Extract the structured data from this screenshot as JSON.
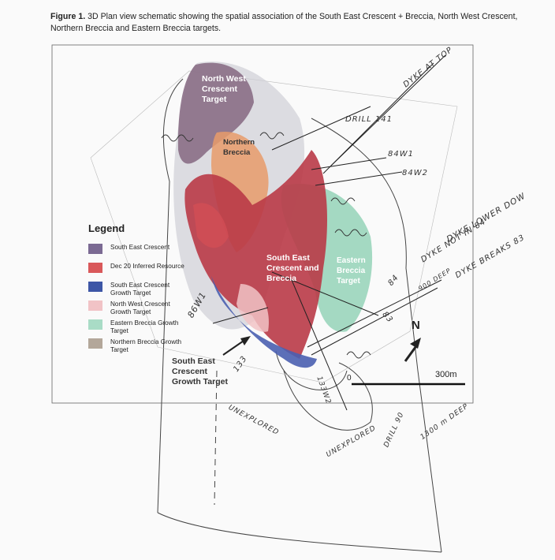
{
  "caption": {
    "label": "Figure 1.",
    "text": "3D Plan view schematic showing the spatial association of the South East Crescent + Breccia, North West Crescent, Northern Breccia and Eastern Breccia targets."
  },
  "labels": {
    "north_west": "North West Crescent Target",
    "northern_breccia": "Northern Breccia",
    "south_east": "South East Crescent and Breccia",
    "eastern_breccia": "Eastern Breccia Target",
    "south_east_growth": "South East Crescent Growth Target"
  },
  "legend": {
    "title": "Legend",
    "items": [
      {
        "label": "South East Crescent",
        "color": "#7b6a93"
      },
      {
        "label": "Dec 20 Inferred Resource",
        "color": "#d9585a"
      },
      {
        "label": "South East Crescent Growth Target",
        "color": "#3d56a6"
      },
      {
        "label": "North West Crescent Growth Target",
        "color": "#f1c3c6"
      },
      {
        "label": "Eastern Breccia Growth Target",
        "color": "#a9dcc6"
      },
      {
        "label": "Northern Breccia Growth Target",
        "color": "#b3a79a"
      }
    ]
  },
  "annotations": {
    "dyke_at_top": "DYKE AT TOP",
    "drill_141": "DRILL 141",
    "w84_1": "84W1",
    "w84_2": "84W2",
    "dyke_not_in_84": "DYKE NOT IN 84",
    "dyke_lower_down": "DYKE LOWER DOW",
    "deep_900": "900 DEEP",
    "dyke_breaks_83": "DYKE BREAKS 83",
    "n84": "84",
    "n83": "83",
    "w86_1": "86W1",
    "n133": "133",
    "w133_2": "133W2",
    "unexplored_1": "UNEXPLORED",
    "unexplored_2": "UNEXPLORED",
    "drill_90": "DRILL 90",
    "deep_1300": "1300 m DEEP"
  },
  "scale": {
    "label": "300m",
    "zero": "0"
  },
  "north": "N"
}
